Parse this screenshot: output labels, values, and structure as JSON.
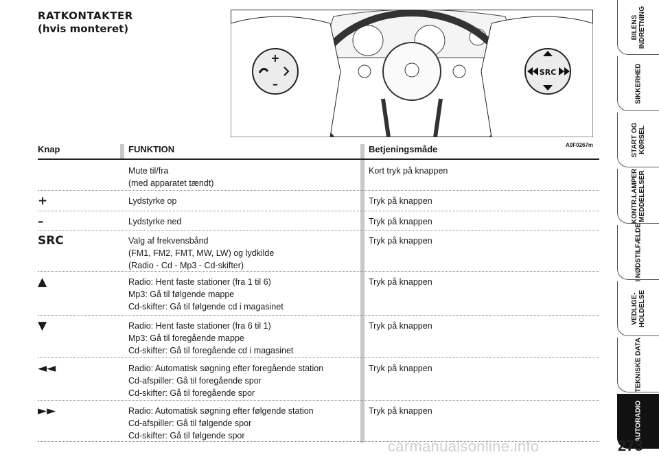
{
  "heading": {
    "title": "RATKONTAKTER",
    "subtitle": "(hvis monteret)"
  },
  "figure": {
    "code": "A0F0267m",
    "left_button_marks": [
      "+",
      "–"
    ],
    "right_button_label": "SRC"
  },
  "table": {
    "headers": {
      "key": "Knap",
      "function": "FUNKTION",
      "operation": "Betjeningsmåde"
    },
    "rows": [
      {
        "key": "",
        "function": [
          "Mute til/fra",
          "(med apparatet tændt)"
        ],
        "operation": "Kort tryk på knappen"
      },
      {
        "key": "+",
        "function": [
          "Lydstyrke op"
        ],
        "operation": "Tryk på knappen"
      },
      {
        "key": "–",
        "function": [
          "Lydstyrke ned"
        ],
        "operation": "Tryk på knappen"
      },
      {
        "key": "SRC",
        "function": [
          "Valg af frekvensbånd",
          "(FM1, FM2, FMT, MW, LW) og lydkilde",
          "(Radio - Cd - Mp3 - Cd-skifter)"
        ],
        "operation": "Tryk på knappen"
      },
      {
        "key": "▲",
        "function": [
          "Radio: Hent faste stationer (fra 1 til 6)",
          "Mp3: Gå til følgende mappe",
          "Cd-skifter: Gå til følgende cd i magasinet"
        ],
        "operation": "Tryk på knappen"
      },
      {
        "key": "▼",
        "function": [
          "Radio: Hent faste stationer (fra 6 til 1)",
          "Mp3: Gå til foregående mappe",
          "Cd-skifter: Gå til foregående cd i magasinet"
        ],
        "operation": "Tryk på knappen"
      },
      {
        "key": "◄◄",
        "function": [
          "Radio: Automatisk søgning efter foregående station",
          "Cd-afspiller: Gå til foregående spor",
          "Cd-skifter: Gå til foregående spor"
        ],
        "operation": "Tryk på knappen"
      },
      {
        "key": "►►",
        "function": [
          "Radio: Automatisk søgning efter følgende station",
          "Cd-afspiller: Gå til følgende spor",
          "Cd-skifter: Gå til følgende spor"
        ],
        "operation": "Tryk på knappen"
      }
    ]
  },
  "tabs": [
    {
      "label": "BILENS\nINDRETNING",
      "active": false
    },
    {
      "label": "SIKKERHED",
      "active": false
    },
    {
      "label": "START OG\nKØRSEL",
      "active": false
    },
    {
      "label": "KONTR.LAMPER\nMEDDELELSER",
      "active": false
    },
    {
      "label": "I NØDSTILFÆLDE",
      "active": false
    },
    {
      "label": "VEDLIGE-\nHOLDELSE",
      "active": false
    },
    {
      "label": "TEKNISKE DATA",
      "active": false
    },
    {
      "label": "AUTORADIO",
      "active": true
    }
  ],
  "page_number": "273",
  "watermark": "carmanualsonline.info"
}
